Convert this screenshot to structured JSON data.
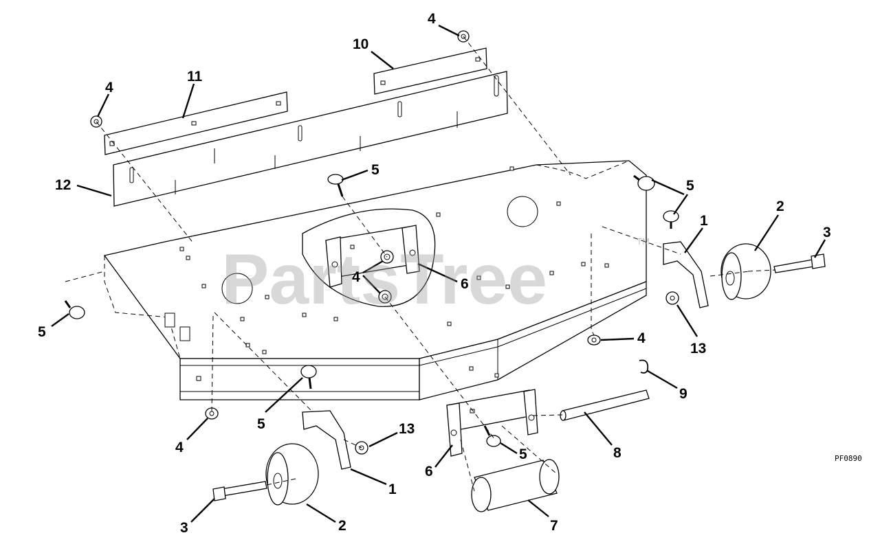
{
  "watermark": {
    "text": "PartsTree",
    "trademark": "TM"
  },
  "figure_ref": "PF0890",
  "callouts": [
    {
      "id": "c-top-4",
      "label": "4"
    },
    {
      "id": "c-10",
      "label": "10"
    },
    {
      "id": "c-11",
      "label": "11"
    },
    {
      "id": "c-left-4",
      "label": "4"
    },
    {
      "id": "c-12",
      "label": "12"
    },
    {
      "id": "c-center-5",
      "label": "5"
    },
    {
      "id": "c-right-5",
      "label": "5"
    },
    {
      "id": "c-right-1",
      "label": "1"
    },
    {
      "id": "c-right-2",
      "label": "2"
    },
    {
      "id": "c-right-3",
      "label": "3"
    },
    {
      "id": "c-center-4",
      "label": "4"
    },
    {
      "id": "c-center-6",
      "label": "6"
    },
    {
      "id": "c-left-5",
      "label": "5"
    },
    {
      "id": "c-right-13",
      "label": "13"
    },
    {
      "id": "c-right-4",
      "label": "4"
    },
    {
      "id": "c-9",
      "label": "9"
    },
    {
      "id": "c-lower-5",
      "label": "5"
    },
    {
      "id": "c-lower-4",
      "label": "4"
    },
    {
      "id": "c-lower-13",
      "label": "13"
    },
    {
      "id": "c-roller-5",
      "label": "5"
    },
    {
      "id": "c-8",
      "label": "8"
    },
    {
      "id": "c-lower-1",
      "label": "1"
    },
    {
      "id": "c-lower-6",
      "label": "6"
    },
    {
      "id": "c-lower-3",
      "label": "3"
    },
    {
      "id": "c-lower-2",
      "label": "2"
    },
    {
      "id": "c-7",
      "label": "7"
    }
  ]
}
